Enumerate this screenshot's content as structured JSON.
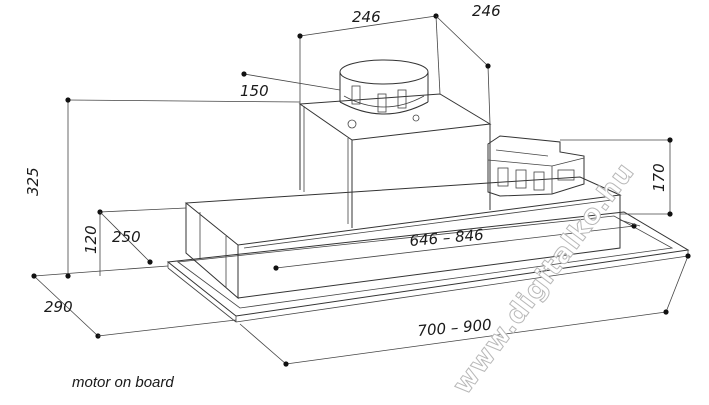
{
  "dimensions": {
    "top_depth": "246",
    "top_width": "246",
    "outlet_diameter": "150",
    "total_height": "325",
    "motor_height": "170",
    "inner_depth": "250",
    "body_height": "120",
    "inner_width": "646 – 846",
    "outer_depth": "290",
    "outer_width": "700 – 900"
  },
  "caption": "motor on board",
  "watermark": "www.digitalko.hu",
  "colors": {
    "line": "#333333",
    "dot": "#111111",
    "watermark": "#b8b8b8"
  }
}
